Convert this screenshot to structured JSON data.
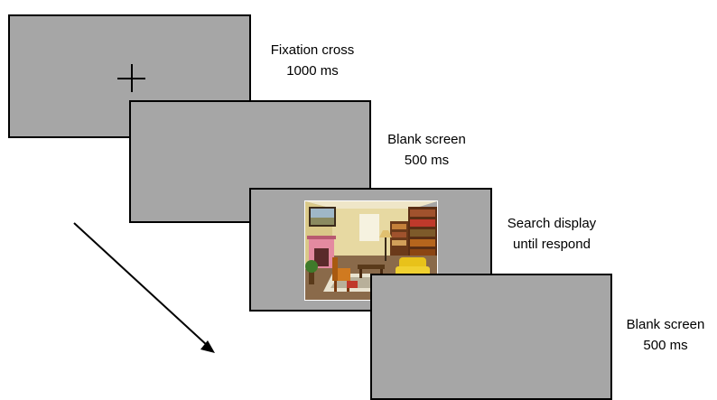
{
  "steps": [
    {
      "label": "Fixation cross",
      "duration": "1000 ms"
    },
    {
      "label": "Blank screen",
      "duration": "500 ms"
    },
    {
      "label": "Search display",
      "duration": "until respond"
    },
    {
      "label": "Blank screen",
      "duration": "500 ms"
    }
  ],
  "colors": {
    "screen_fill": "#a6a6a6",
    "border": "#000000",
    "text": "#000000"
  },
  "icons": [
    "fixation-cross-icon",
    "living-room-scene-image",
    "time-arrow-icon"
  ]
}
